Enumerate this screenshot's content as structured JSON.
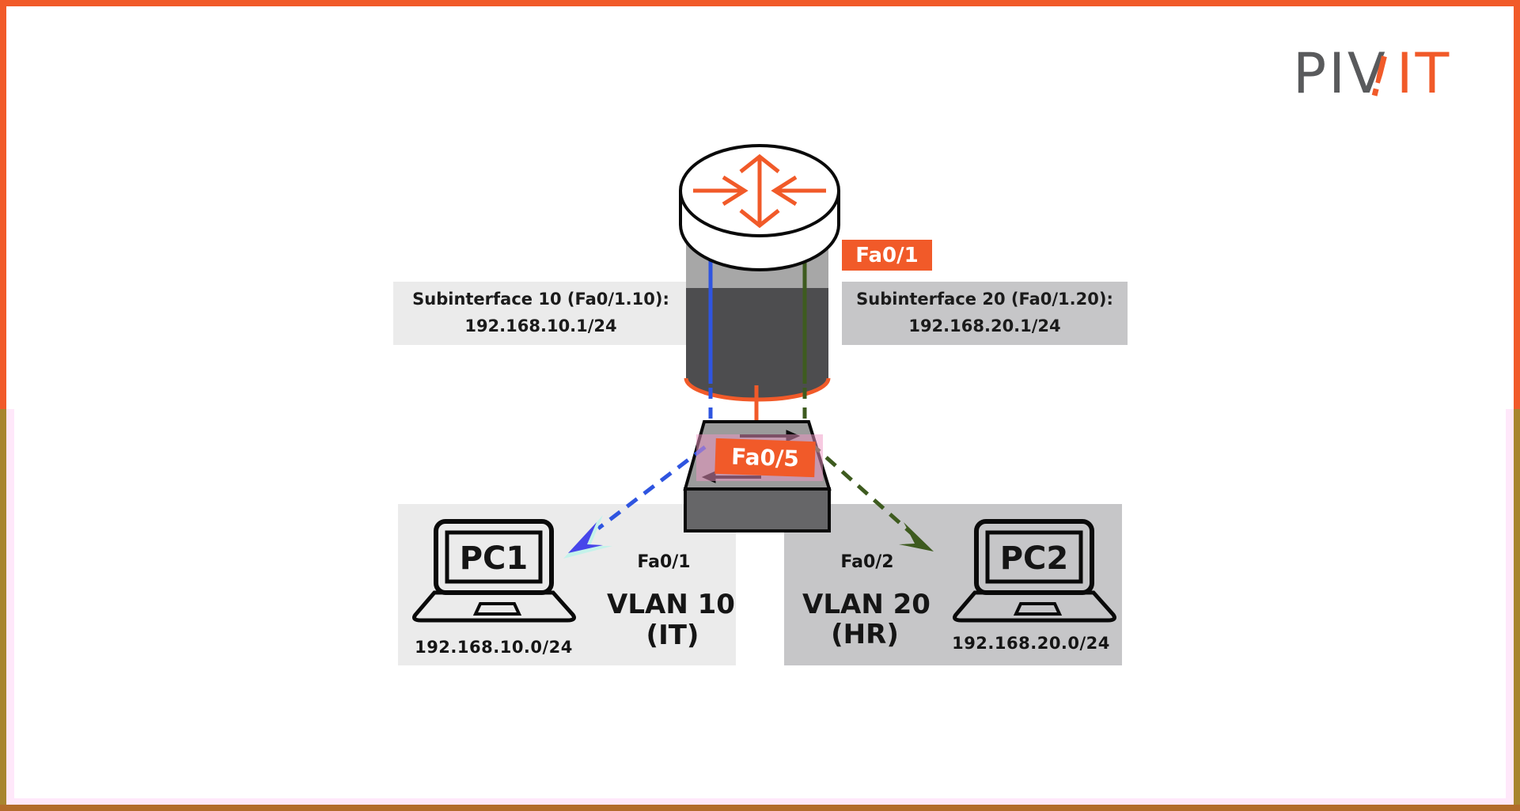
{
  "logo": {
    "gray": "PIV",
    "bang": "!",
    "orange": "IT"
  },
  "router": {
    "interface_tag": "Fa0/1"
  },
  "subinterface10": {
    "line1": "Subinterface 10 (Fa0/1.10):",
    "line2": "192.168.10.1/24"
  },
  "subinterface20": {
    "line1": "Subinterface 20 (Fa0/1.20):",
    "line2": "192.168.20.1/24"
  },
  "switch": {
    "trunk_tag": "Fa0/5"
  },
  "vlan10": {
    "port": "Fa0/1",
    "pc": "PC1",
    "subnet": "192.168.10.0/24",
    "vlan": "VLAN 10",
    "dept": "(IT)"
  },
  "vlan20": {
    "port": "Fa0/2",
    "pc": "PC2",
    "subnet": "192.168.20.0/24",
    "vlan": "VLAN 20",
    "dept": "(HR)"
  },
  "colors": {
    "accent_orange": "#F15A29",
    "vlan10_link_blue": "#2F55E0",
    "vlan20_link_green": "#3E5B1F",
    "box_light_gray": "#EBEBEB",
    "box_dark_gray": "#C6C6C8",
    "highlight_pink": "#FFE8FA",
    "frame_lower_olive": "#A8852F"
  }
}
